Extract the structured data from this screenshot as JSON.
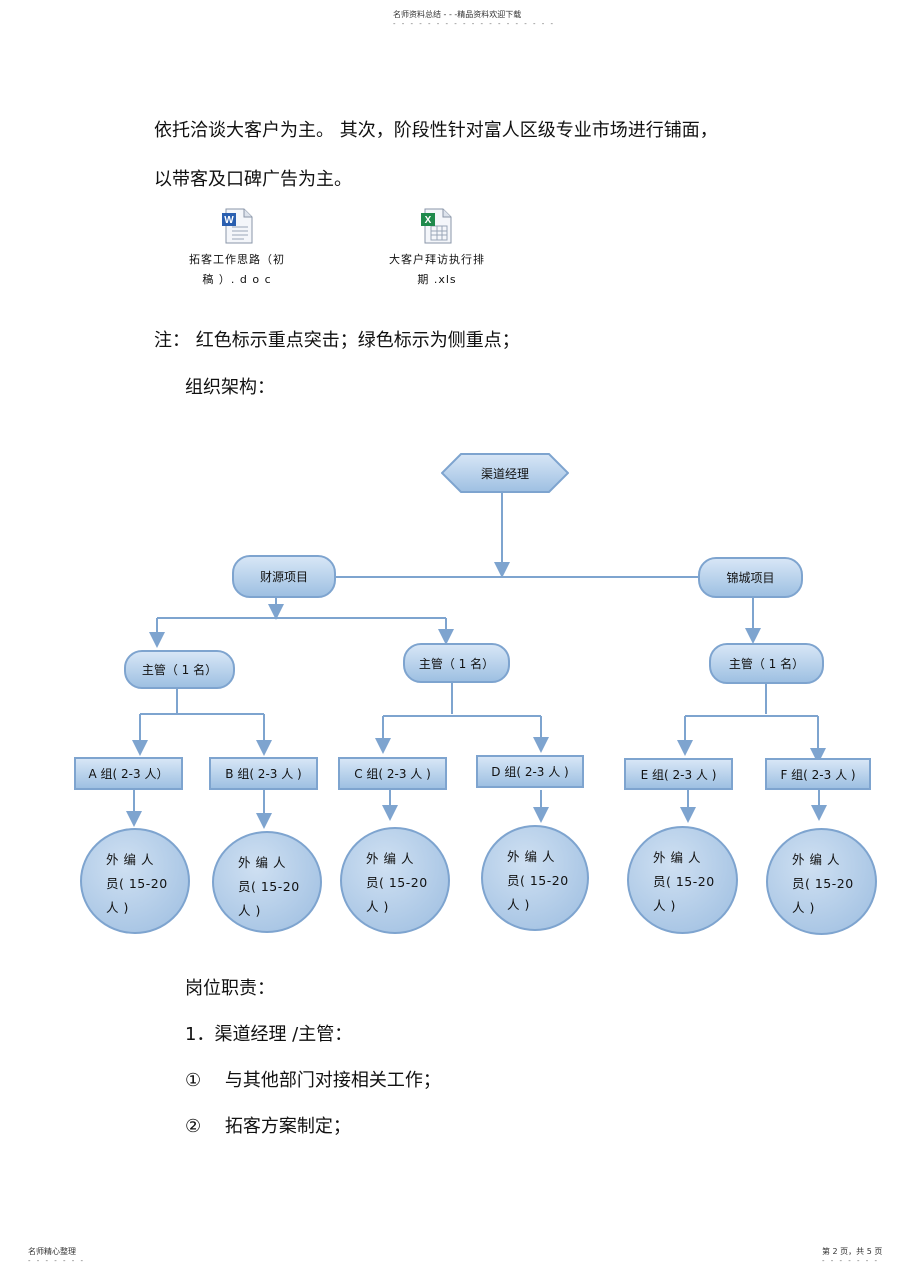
{
  "page_header": {
    "title": "名师资料总结 - - -精品资料欢迎下载",
    "dots": "- - - - - - - - - - - - - - - - - - -"
  },
  "body": {
    "intro_line1": "依托洽谈大客户为主。 其次，阶段性针对富人区级专业市场进行铺面，",
    "intro_line2": "以带客及口碑广告为主。",
    "attachments": [
      {
        "icon": "word-doc-icon",
        "name_line1": "拓客工作思路（初",
        "name_line2": "稿 ）. d o c"
      },
      {
        "icon": "excel-xls-icon",
        "name_line1": "大客户拜访执行排",
        "name_line2": "期 .xls"
      }
    ],
    "note": "注：  红色标示重点突击；绿色标示为侧重点；",
    "org_title": "组织架构：",
    "duties_title": "岗位职责：",
    "duty_heading": "1．渠道经理 /主管：",
    "duty_items": [
      {
        "marker": "①",
        "text": "与其他部门对接相关工作；"
      },
      {
        "marker": "②",
        "text": "拓客方案制定；"
      }
    ]
  },
  "org_chart": {
    "colors": {
      "node_fill": "#b5cfea",
      "node_border": "#7ea4cf",
      "connector": "#7ea4cf"
    },
    "root": "渠道经理",
    "projects": [
      "财源项目",
      "锦城项目"
    ],
    "supervisors": [
      "主管（ 1 名）",
      "主管（ 1 名）",
      "主管（ 1 名）"
    ],
    "groups": [
      "A 组( 2-3 人）",
      "B 组( 2-3 人 )",
      "C 组( 2-3 人 )",
      "D 组( 2-3 人 )",
      "E 组( 2-3 人 )",
      "F 组( 2-3 人 )"
    ],
    "staff": {
      "line1": "外 编 人",
      "line2": "员( 15-20",
      "line3": "人 )"
    }
  },
  "page_footer": {
    "left": "名师精心整理",
    "right": "第 2 页，共 5 页",
    "dots": "- - - - - - -"
  }
}
